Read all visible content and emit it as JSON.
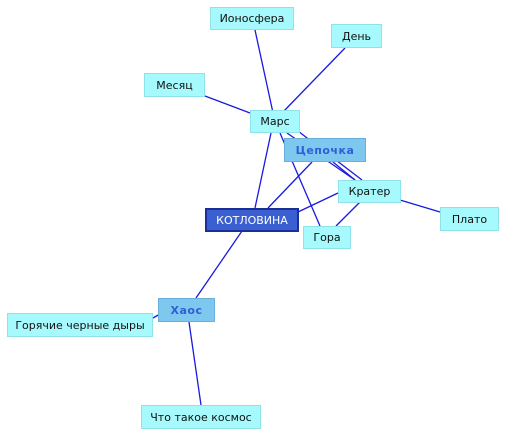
{
  "center": "КОТЛОВИНА",
  "hubs": {
    "chain": "Цепочка",
    "chaos": "Хаос"
  },
  "nodes": {
    "ionosphere": "Ионосфера",
    "day": "День",
    "month": "Месяц",
    "mars": "Марс",
    "crater": "Кратер",
    "plateau": "Плато",
    "mountain": "Гора",
    "hot_black_holes": "Горячие черные дыры",
    "what_is_space": "Что такое космос"
  },
  "colors": {
    "edge": "#1a1adf",
    "leaf_fill": "#a6f9fc",
    "hub_fill": "#7ec8f0",
    "hub_text": "#2f5fd6",
    "center_fill": "#3a5fd0",
    "center_border": "#1c2f96"
  }
}
